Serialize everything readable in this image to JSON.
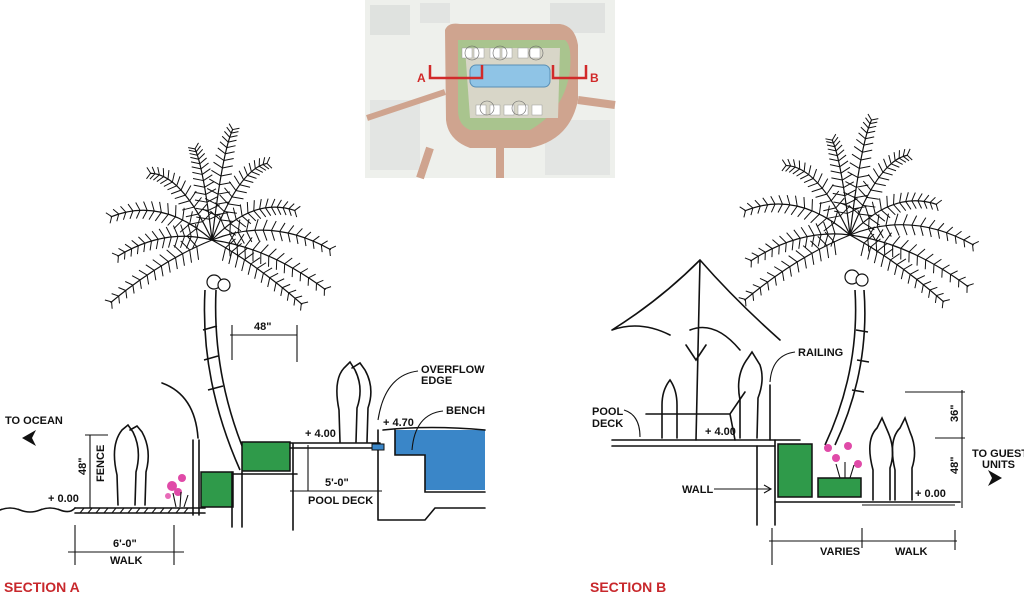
{
  "key_plan": {
    "section_markers": [
      "A",
      "B"
    ],
    "marker_color": "#d12a2a",
    "pool_color": "#8fc4e6",
    "paving_color": "#cfa48f",
    "lawn_color": "#a9c48e"
  },
  "section_a": {
    "title": "SECTION A",
    "to_ocean": "TO OCEAN",
    "elev_ground": "+ 0.00",
    "fence_height": "48\"",
    "fence_label": "FENCE",
    "walk_width": "6'-0\"",
    "walk_label": "WALK",
    "offset_dim": "48\"",
    "elev_deck": "+ 4.00",
    "elev_pool": "+ 4.70",
    "overflow_edge": [
      "OVERFLOW",
      "EDGE"
    ],
    "bench": "BENCH",
    "deck_width": "5'-0\"",
    "deck_label": "POOL DECK"
  },
  "section_b": {
    "title": "SECTION B",
    "pool_deck": [
      "POOL",
      "DECK"
    ],
    "elev_deck": "+ 4.00",
    "railing": "RAILING",
    "wall": "WALL",
    "elev_ground": "+ 0.00",
    "dim_upper": "36\"",
    "dim_lower": "48\"",
    "to_guest_units": [
      "TO GUEST",
      "UNITS"
    ],
    "varies": "VARIES",
    "walk": "WALK"
  },
  "colors": {
    "section_title": "#c8282c",
    "shrub": "#2f9a4a",
    "water": "#3a86c8",
    "flower": "#e04aa8"
  }
}
